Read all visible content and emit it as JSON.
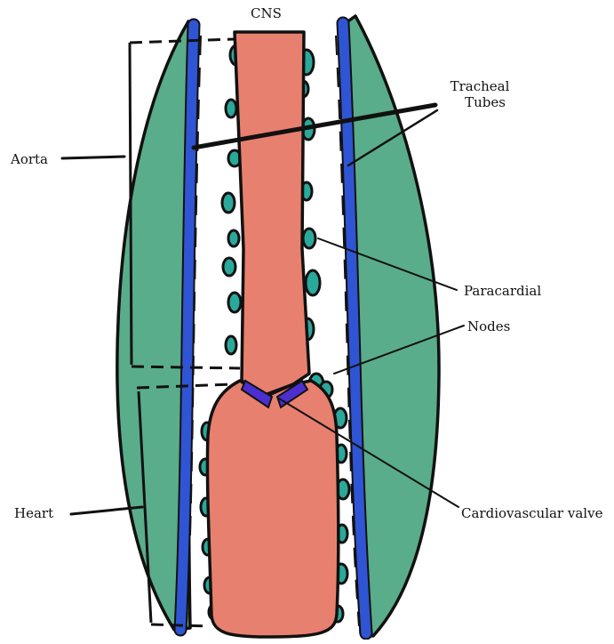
{
  "colors": {
    "tissue_green": "#5aad8a",
    "tracheal_blue": "#2f55d4",
    "heart_salmon": "#e8806f",
    "node_teal": "#2aa89a",
    "valve_indigo": "#4b2fd0",
    "outline": "#111111"
  },
  "labels": {
    "cns": "CNS",
    "tracheal_line1": "Tracheal",
    "tracheal_line2": "Tubes",
    "aorta": "Aorta",
    "paracardial": "Paracardial",
    "nodes": "Nodes",
    "heart": "Heart",
    "valve": "Cardiovascular valve"
  }
}
